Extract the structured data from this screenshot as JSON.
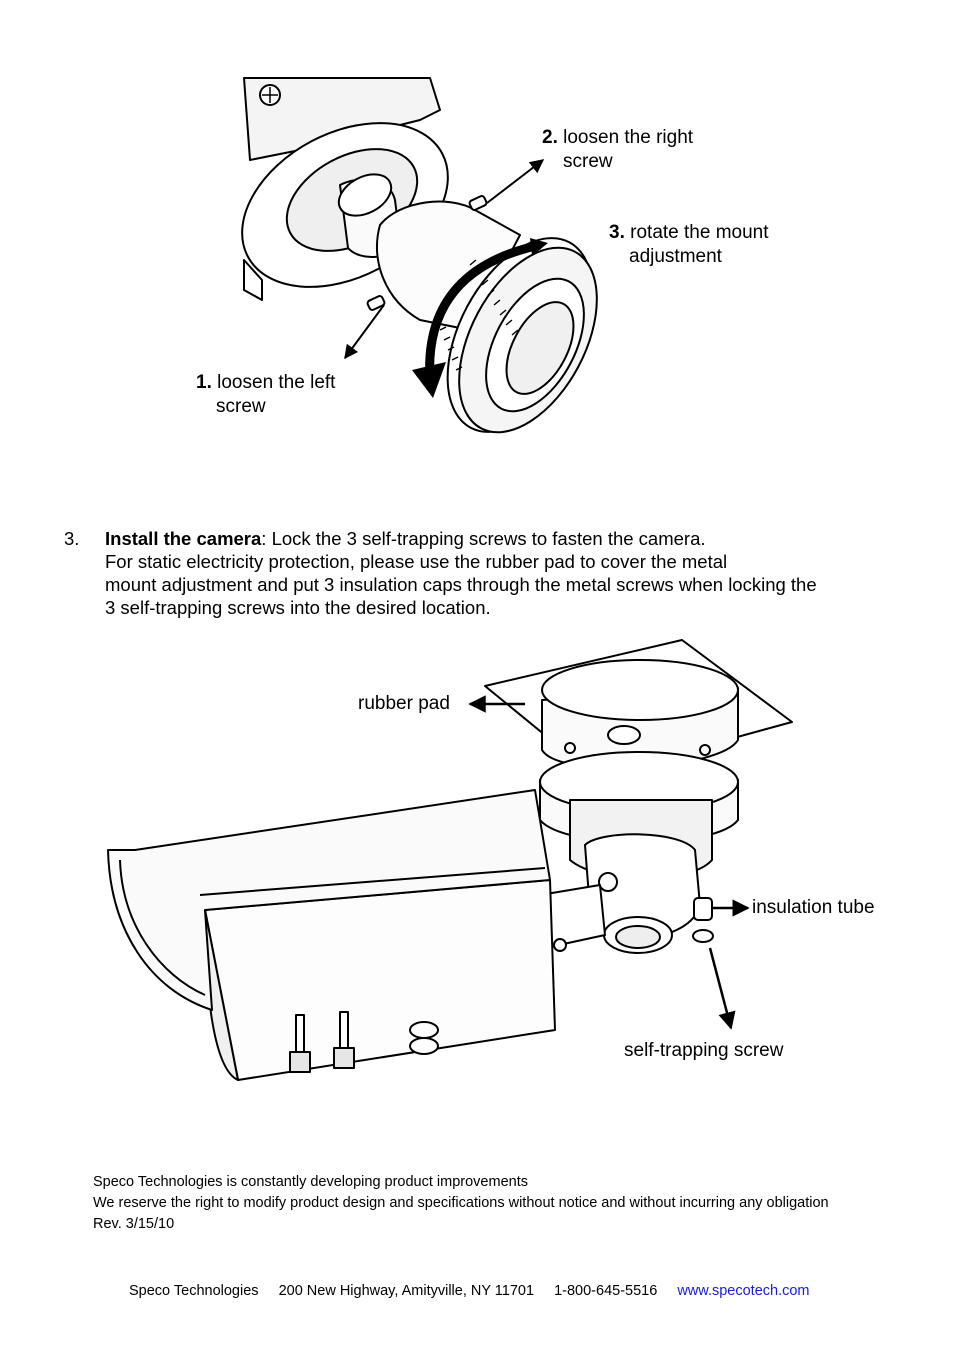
{
  "figure1": {
    "callout_right": {
      "number": "2.",
      "line1": "loosen the right",
      "line2": "screw"
    },
    "callout_rotate": {
      "number": "3.",
      "line1": "rotate the mount",
      "line2": "adjustment"
    },
    "callout_left": {
      "number": "1.",
      "line1": "loosen the left",
      "line2": "screw"
    }
  },
  "step3": {
    "number": "3.",
    "title": "Install the camera",
    "lead": ": Lock the 3 self-trapping screws to fasten the camera.",
    "line2": "For static electricity protection, please use the rubber pad to cover the metal",
    "line3": "mount adjustment and put 3 insulation caps through the metal screws when locking the",
    "line4": "3 self-trapping screws into the desired location."
  },
  "figure2": {
    "rubber_pad": "rubber pad",
    "insulation_tube": "insulation tube",
    "self_trapping_screw": "self-trapping screw"
  },
  "footer": {
    "note1": "Speco Technologies is constantly developing product improvements",
    "note2": "We reserve the right to modify product design and specifications without notice and without incurring any obligation",
    "revision": "Rev. 3/15/10",
    "company": "Speco Technologies",
    "address": "200 New Highway, Amityville, NY 11701",
    "phone": "1-800-645-5516",
    "website": "www.specotech.com",
    "website_color": "#1a1adc"
  }
}
